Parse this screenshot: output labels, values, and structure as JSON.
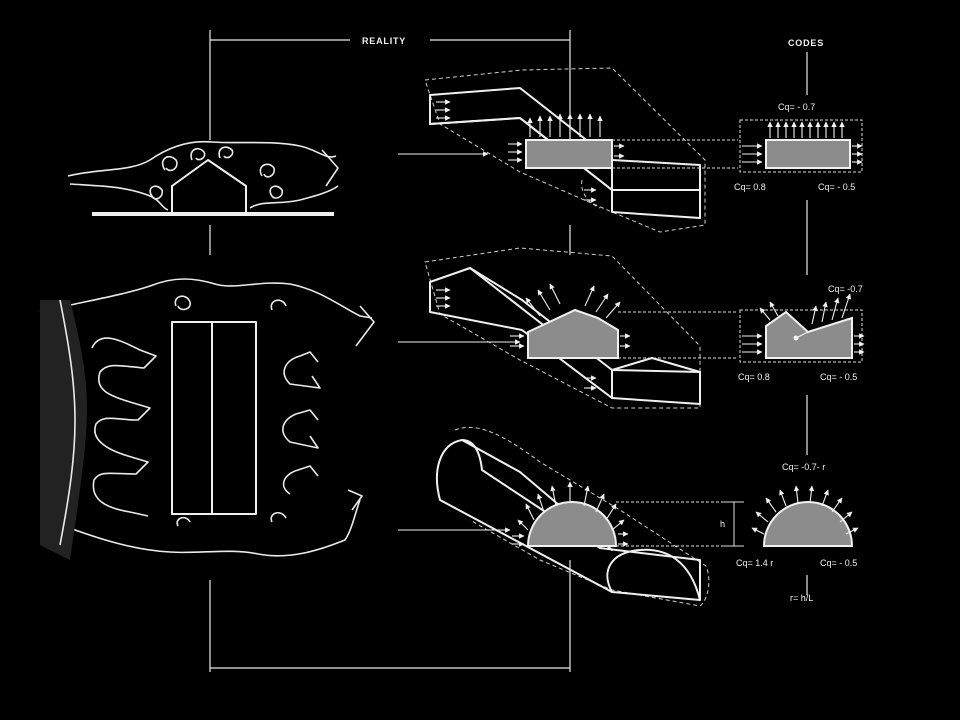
{
  "headers": {
    "reality": "REALITY",
    "codes": "CODES"
  },
  "labels": {
    "box_top": "Cq= - 0.7",
    "box_left": "Cq= 0.8",
    "box_right": "Cq= - 0.5",
    "gable_top": "Cq= -0.7",
    "gable_left": "Cq= 0.8",
    "gable_right": "Cq= - 0.5",
    "arch_top": "Cq= -0.7- r",
    "arch_left": "Cq= 1.4 r",
    "arch_right": "Cq= - 0.5",
    "arch_h": "h",
    "arch_formula": "r= h/L"
  },
  "colors": {
    "background": "#000000",
    "line": "#f0f0f0",
    "fill": "#8c8c8c"
  }
}
